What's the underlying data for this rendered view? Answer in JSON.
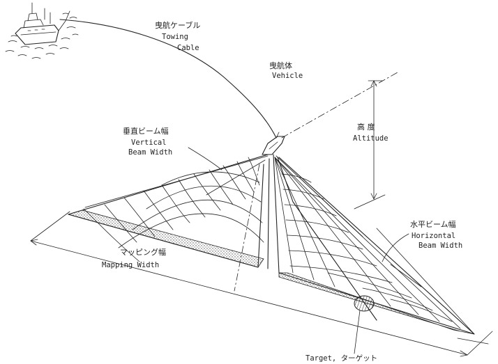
{
  "labels": {
    "towing_cable_jp": "曳航ケーブル",
    "towing_cable_en_1": "Towing",
    "towing_cable_en_2": "Cable",
    "vehicle_jp": "曳航体",
    "vehicle_en": "Vehicle",
    "vertical_beam_jp": "垂直ビーム幅",
    "vertical_beam_en_1": "Vertical",
    "vertical_beam_en_2": "Beam Width",
    "altitude_jp": "高 度",
    "altitude_en": "Altitude",
    "horizontal_beam_jp": "水平ビーム幅",
    "horizontal_beam_en_1": "Horizontal",
    "horizontal_beam_en_2": "Beam Width",
    "mapping_width_jp": "マッピング幅",
    "mapping_width_en": "Mapping Width",
    "target": "Target, ターゲット"
  },
  "colors": {
    "ink": "#222222",
    "background": "#ffffff",
    "stipple": "#555555"
  },
  "icons": {
    "ship": "survey-ship",
    "vehicle": "towed-sonar-vehicle",
    "target": "seafloor-target"
  }
}
